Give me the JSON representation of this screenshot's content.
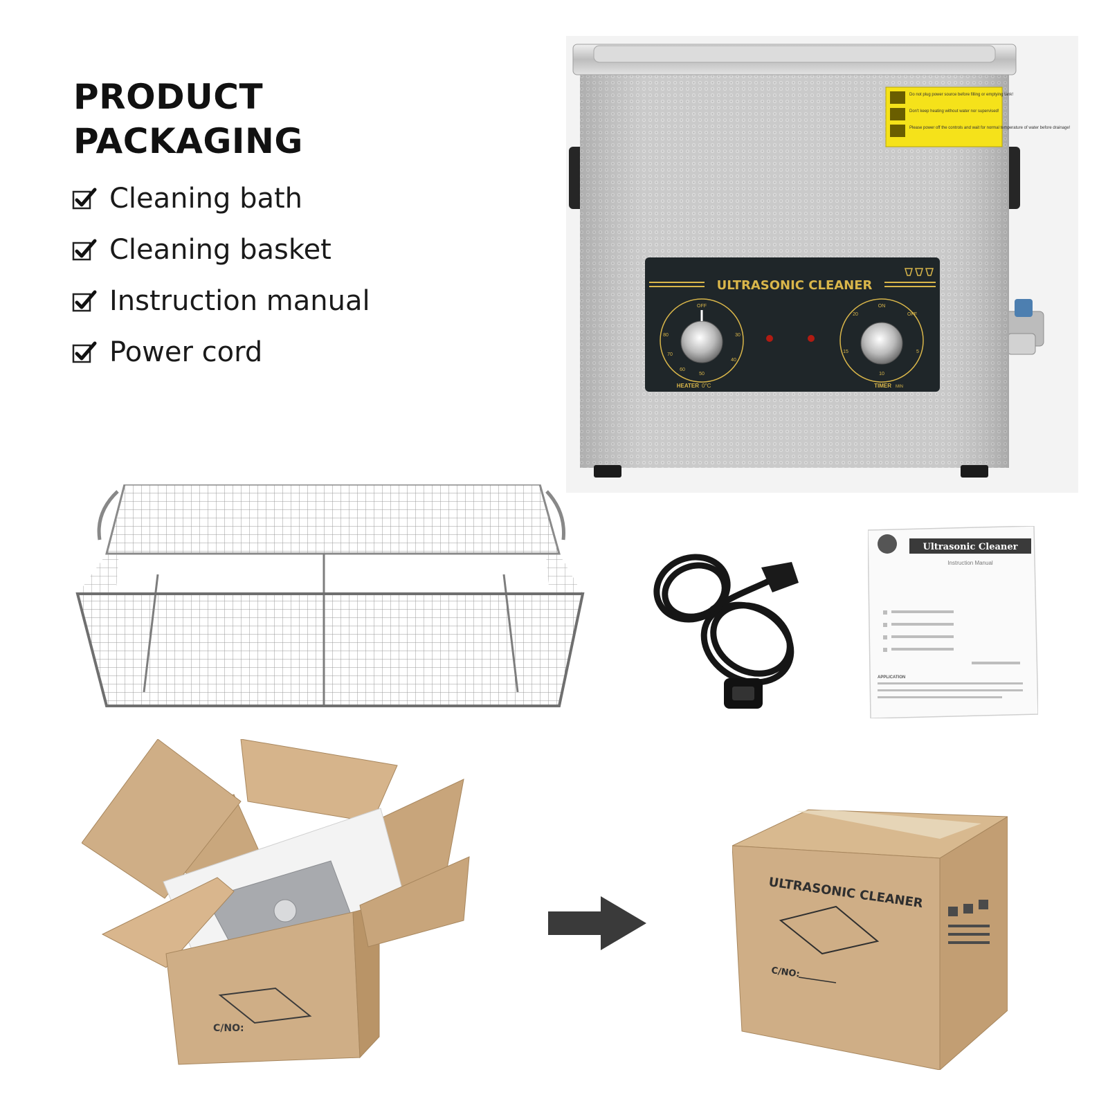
{
  "header": {
    "title_line1": "PRODUCT",
    "title_line2": "PACKAGING"
  },
  "contents": [
    {
      "label": "Cleaning bath"
    },
    {
      "label": "Cleaning basket"
    },
    {
      "label": "Instruction manual"
    },
    {
      "label": "Power cord"
    }
  ],
  "cleaner": {
    "panel_title": "ULTRASONIC CLEANER",
    "heater_label": "HEATER",
    "heater_unit": "0°C",
    "timer_label": "TIMER",
    "timer_unit": "MIN",
    "heater_scale": [
      "OFF",
      "30",
      "40",
      "50",
      "60",
      "70",
      "80"
    ],
    "timer_scale": [
      "OFF",
      "ON",
      "5",
      "10",
      "15",
      "20"
    ],
    "warning_lines": [
      "Do not plug power source before filling or emptying tank!",
      "Don't keep heating without water nor supervised!",
      "Please power off the controls and wait for normal temperature of water before drainage!"
    ]
  },
  "manual": {
    "title": "Ultrasonic Cleaner",
    "subtitle": "Instruction Manual",
    "application_label": "APPLICATION"
  },
  "boxes": {
    "open_box_mark": "C/NO:",
    "closed_box_brand": "ULTRASONIC CLEANER",
    "closed_box_mark": "C/NO:"
  },
  "colors": {
    "steel": "#c9c9c9",
    "panel": "#1f2629",
    "gold": "#d9b64a",
    "cardboard": "#cfae86",
    "warning_yellow": "#f5e21a"
  }
}
